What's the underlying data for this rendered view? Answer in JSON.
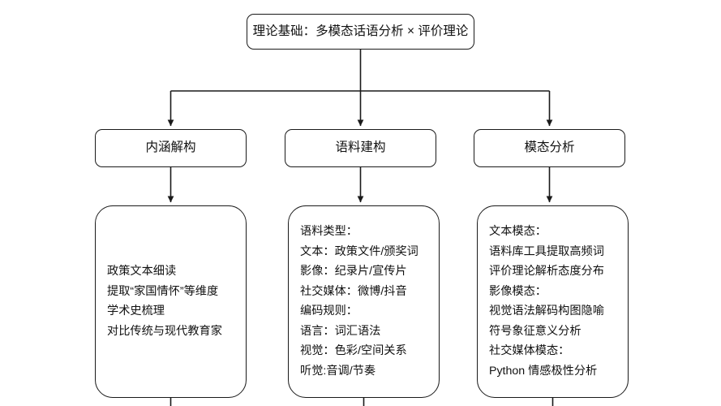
{
  "diagram": {
    "title": "理论基础：多模态话语分析 × 评价理论",
    "background_color": "#ffffff",
    "line_color": "#1a1a1a",
    "text_color": "#111111"
  },
  "root": {
    "label": "理论基础：多模态话语分析 × 评价理论"
  },
  "stages": [
    {
      "label": "内涵解构"
    },
    {
      "label": "语料建构"
    },
    {
      "label": "模态分析"
    }
  ],
  "details": [
    {
      "lines": [
        "政策文本细读",
        "提取“家国情怀”等维度",
        "学术史梳理",
        "对比传统与现代教育家"
      ]
    },
    {
      "lines": [
        "语料类型：",
        "文本：政策文件/颁奖词",
        "影像：纪录片/宣传片",
        "社交媒体：微博/抖音",
        "编码规则：",
        "语言：词汇语法",
        "视觉：色彩/空间关系",
        "听觉:音调/节奏"
      ]
    },
    {
      "lines": [
        "文本模态：",
        "语料库工具提取高频词",
        "评价理论解析态度分布",
        "影像模态：",
        "视觉语法解码构图隐喻",
        "符号象征意义分析",
        "社交媒体模态：",
        "Python 情感极性分析"
      ]
    }
  ]
}
